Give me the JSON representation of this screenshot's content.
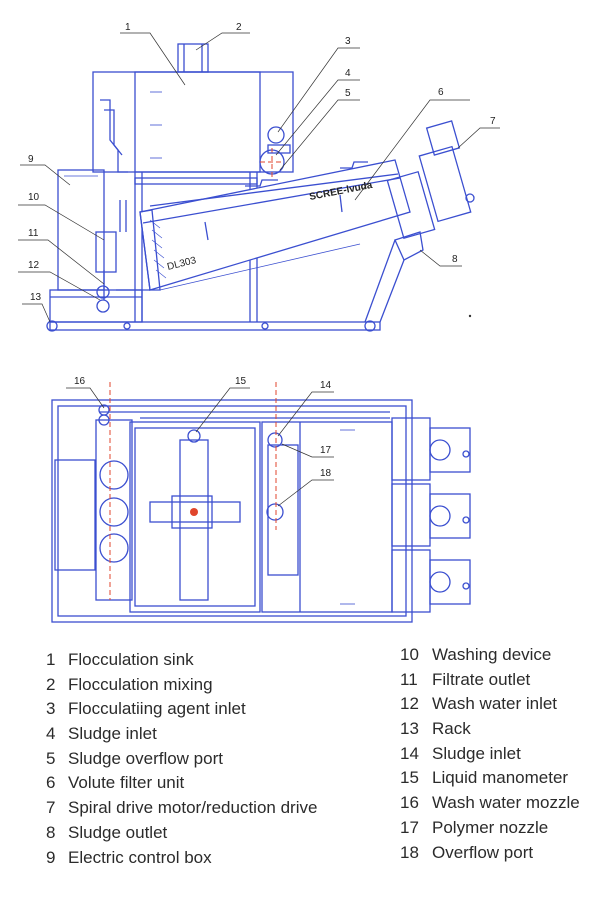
{
  "diagram": {
    "side_view": {
      "callouts": [
        "1",
        "2",
        "3",
        "4",
        "5",
        "6",
        "7",
        "8",
        "9",
        "10",
        "11",
        "12",
        "13"
      ],
      "plate_left": "DL303",
      "plate_right": "SCREE-lvuda"
    },
    "top_view": {
      "callouts": [
        "14",
        "15",
        "16",
        "17",
        "18"
      ]
    }
  },
  "legend": {
    "left": [
      {
        "num": "1",
        "text": "Flocculation sink"
      },
      {
        "num": "2",
        "text": "Flocculation mixing"
      },
      {
        "num": "3",
        "text": "Flocculatiing agent inlet"
      },
      {
        "num": "4",
        "text": "Sludge inlet"
      },
      {
        "num": "5",
        "text": "Sludge overflow port"
      },
      {
        "num": "6",
        "text": "Volute filter unit"
      },
      {
        "num": "7",
        "text": "Spiral drive motor/reduction drive"
      },
      {
        "num": "8",
        "text": "Sludge outlet"
      },
      {
        "num": "9",
        "text": "Electric control box"
      }
    ],
    "right": [
      {
        "num": "10",
        "text": "Washing device"
      },
      {
        "num": "11",
        "text": "Filtrate outlet"
      },
      {
        "num": "12",
        "text": "Wash water inlet"
      },
      {
        "num": "13",
        "text": "Rack"
      },
      {
        "num": "14",
        "text": "Sludge inlet"
      },
      {
        "num": "15",
        "text": "Liquid manometer"
      },
      {
        "num": "16",
        "text": "Wash water mozzle"
      },
      {
        "num": "17",
        "text": "Polymer nozzle"
      },
      {
        "num": "18",
        "text": "Overflow port"
      }
    ]
  },
  "colors": {
    "line": "#3b4fd0",
    "accent": "#e0452c",
    "text": "#2b2b2b"
  }
}
